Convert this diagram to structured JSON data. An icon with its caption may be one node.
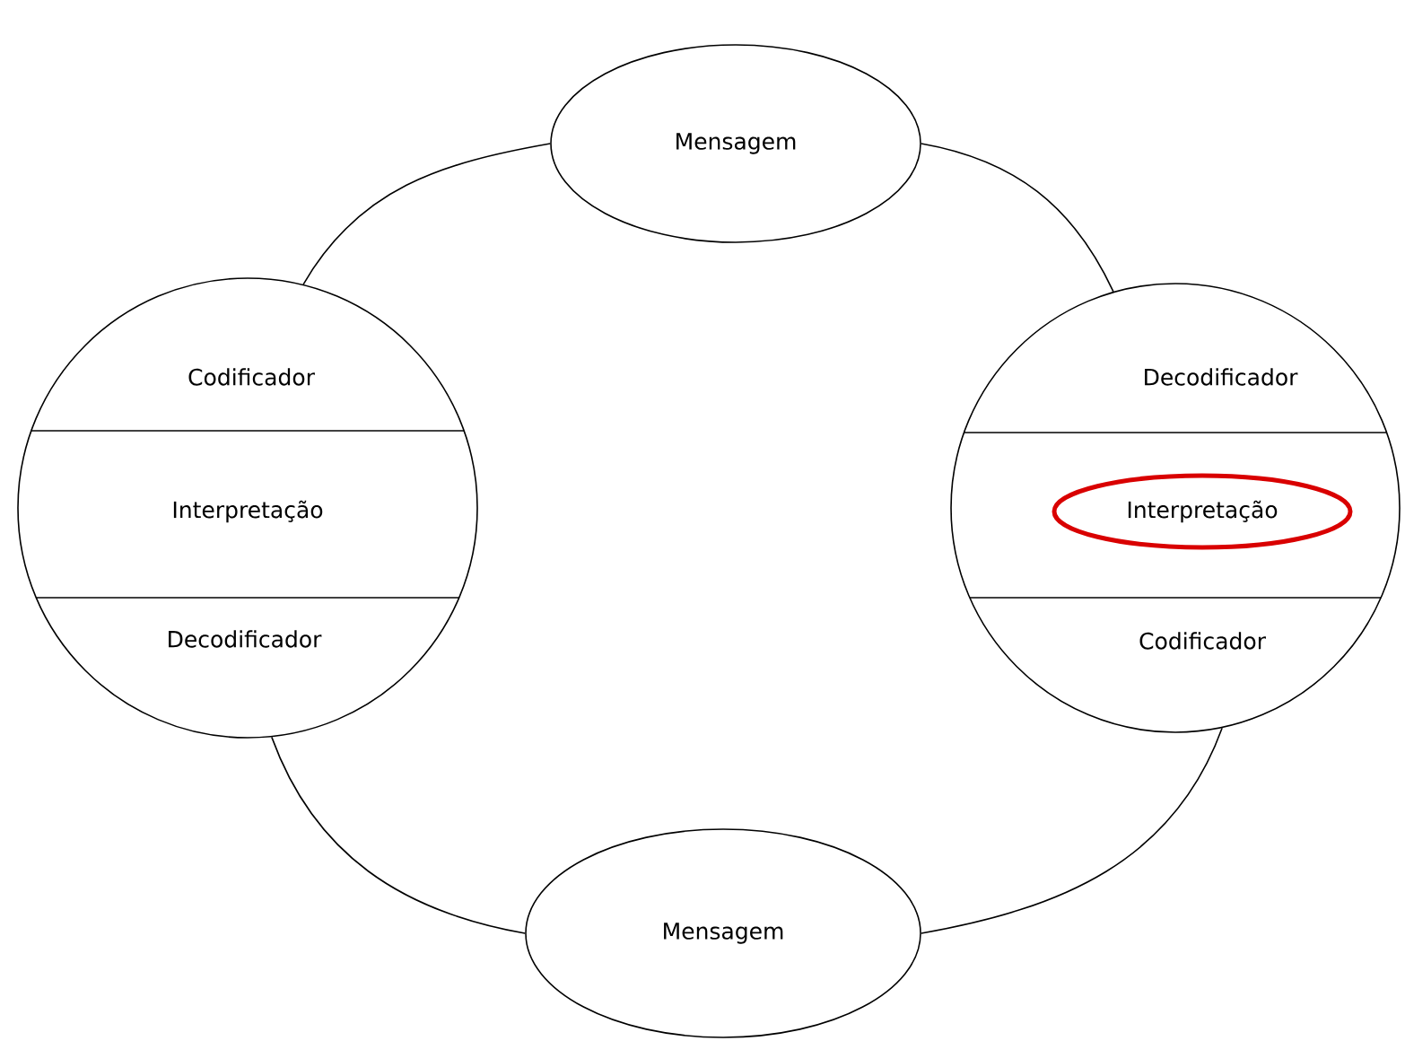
{
  "diagram": {
    "nodes": [
      {
        "text": [
          "Mensagem"
        ]
      },
      {
        "text": [
          "Codificador",
          "Interpretação",
          "Decodificador"
        ]
      },
      {
        "text": [
          "Decodificador",
          "Codificador"
        ]
      },
      {
        "text": [
          "Interpretação"
        ],
        "in": 2
      },
      {
        "text": [
          "Mensagem"
        ]
      }
    ],
    "edges": [
      {
        "from": 0,
        "to": 1,
        "arrow": "none"
      },
      {
        "from": 0,
        "to": 2,
        "arrow": "none"
      },
      {
        "from": 1,
        "to": 4,
        "arrow": "none"
      },
      {
        "from": 2,
        "to": 4,
        "arrow": "none"
      }
    ]
  }
}
